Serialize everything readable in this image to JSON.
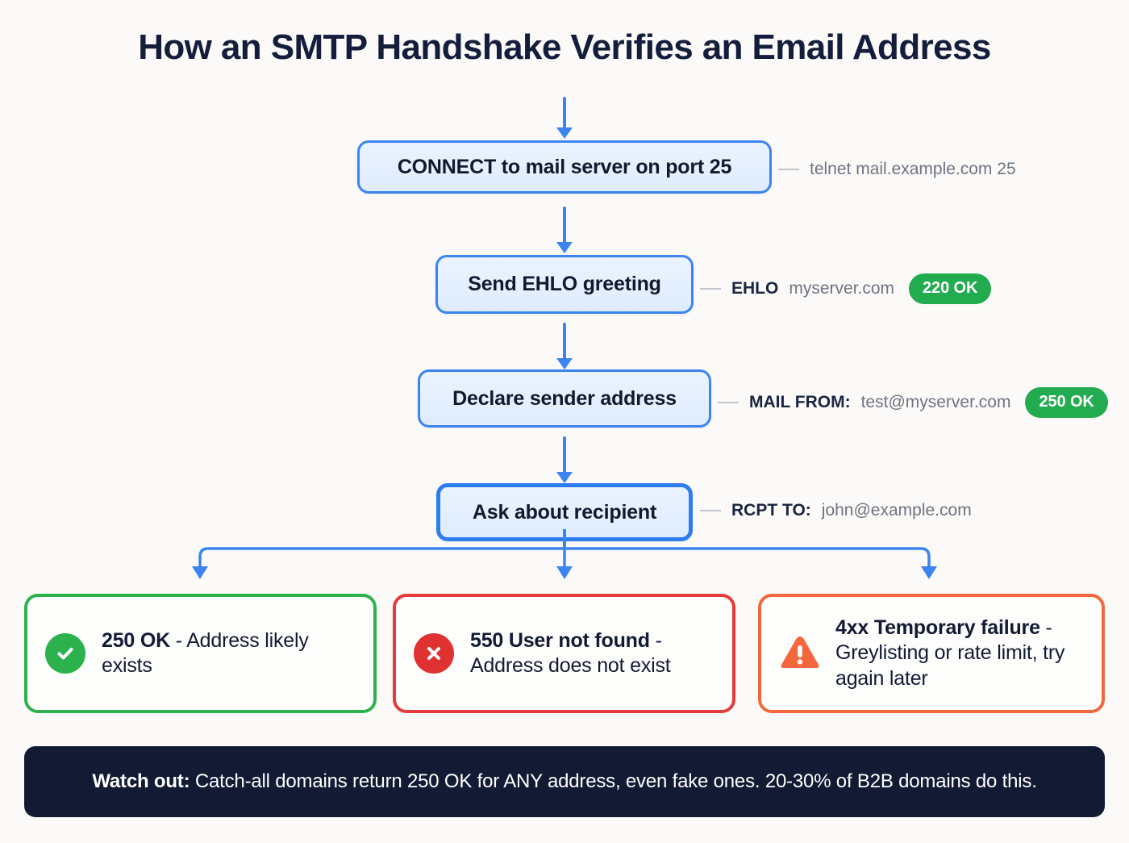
{
  "page": {
    "title": "How an SMTP Handshake Verifies an Email Address",
    "background_color": "#fbfaf8",
    "accent_color": "#3c84ef"
  },
  "flow": {
    "entry_arrow_icon": "arrow-down-icon",
    "steps": [
      {
        "label": "CONNECT to mail server on port 25",
        "annotation": {
          "command": "",
          "value": "telnet mail.example.com 25",
          "badge": ""
        }
      },
      {
        "label": "Send EHLO greeting",
        "annotation": {
          "command": "EHLO",
          "value": "myserver.com",
          "badge": "220 OK"
        }
      },
      {
        "label": "Declare sender address",
        "annotation": {
          "command": "MAIL FROM:",
          "value": "test@myserver.com",
          "badge": "250 OK"
        }
      },
      {
        "label": "Ask about recipient",
        "annotation": {
          "command": "RCPT TO:",
          "value": "john@example.com",
          "badge": ""
        }
      }
    ]
  },
  "outcomes": [
    {
      "icon": "check-circle-icon",
      "code": "250 OK",
      "description": " - Address likely exists",
      "color": "#2eb24e"
    },
    {
      "icon": "x-circle-icon",
      "code": "550 User not found",
      "description": " - Address does not exist",
      "color": "#e43b3b"
    },
    {
      "icon": "warning-triangle-icon",
      "code": "4xx Temporary failure",
      "description": " - Greylisting or rate limit, try again later",
      "color": "#f2683c"
    }
  ],
  "footer": {
    "lead": "Watch out:",
    "text": " Catch-all domains return 250 OK for ANY address, even fake ones. 20-30% of B2B domains do this.",
    "background_color": "#121b33"
  }
}
